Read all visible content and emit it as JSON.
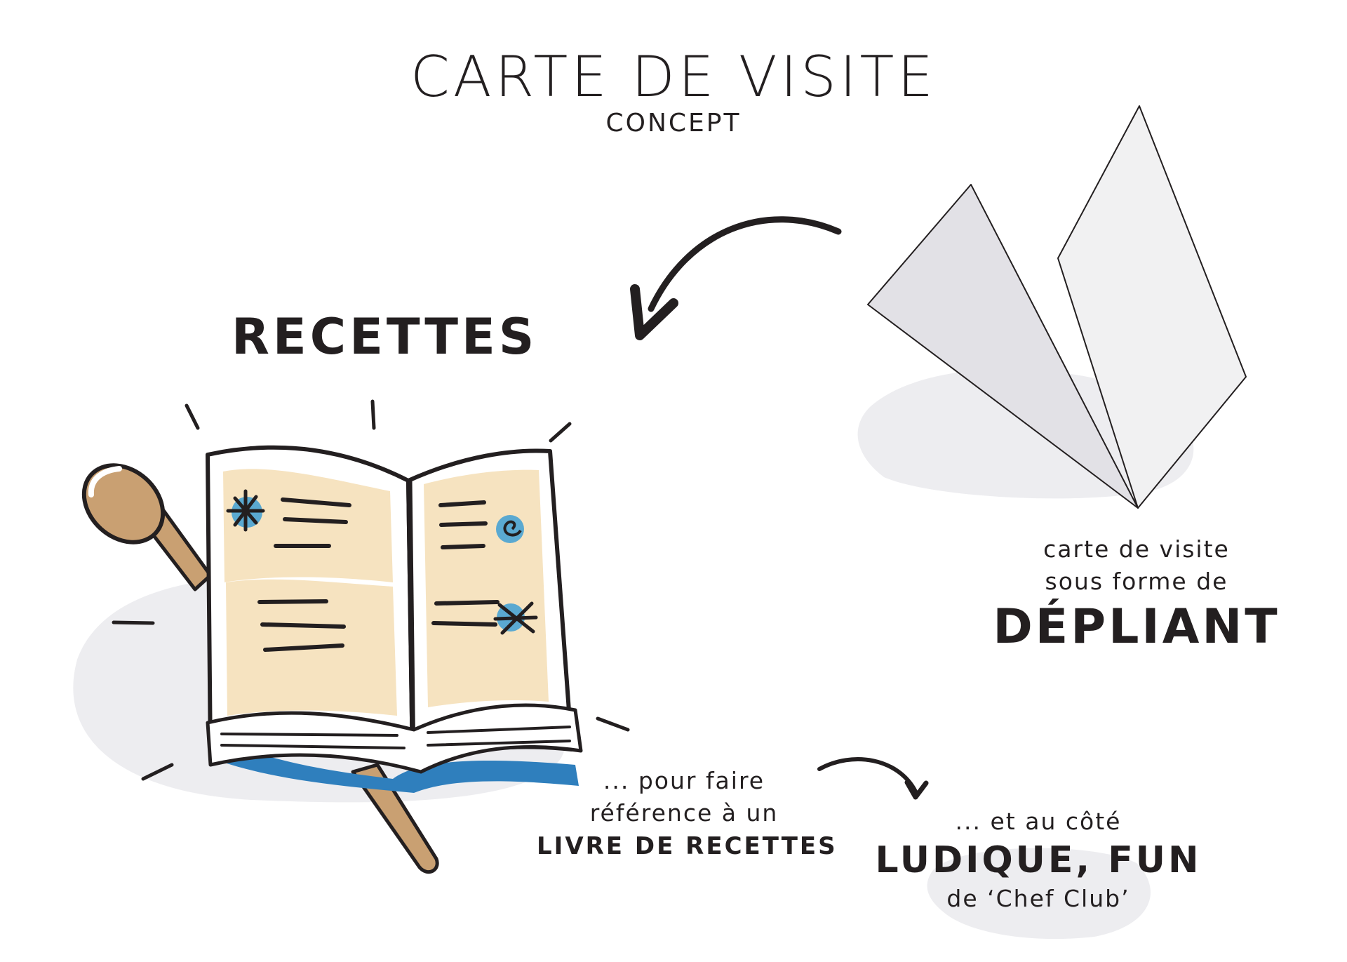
{
  "header": {
    "title": "CARTE DE VISITE",
    "subtitle": "CONCEPT"
  },
  "recettes": {
    "heading": "RECETTES"
  },
  "depliant": {
    "line1": "carte de visite",
    "line2": "sous forme de",
    "emphasis": "DÉPLIANT"
  },
  "livre": {
    "line1": "... pour faire",
    "line2": "référence à un",
    "emphasis": "LIVRE DE RECETTES"
  },
  "ludique": {
    "line1": "... et au côté",
    "emphasis": "LUDIQUE, FUN",
    "line3": "de ‘Chef Club’"
  },
  "colors": {
    "text": "#231f20",
    "shadow": "#ededf0",
    "book_cream": "#f6e3c0",
    "book_blue": "#2f7fbd",
    "accent_blue": "#5aa9d1",
    "spoon": "#c9a072",
    "fold_panel": "#e2e1e6"
  },
  "icons": [
    "curved-arrow-icon",
    "folded-card-icon",
    "recipe-book-icon",
    "wooden-spoon-icon"
  ]
}
